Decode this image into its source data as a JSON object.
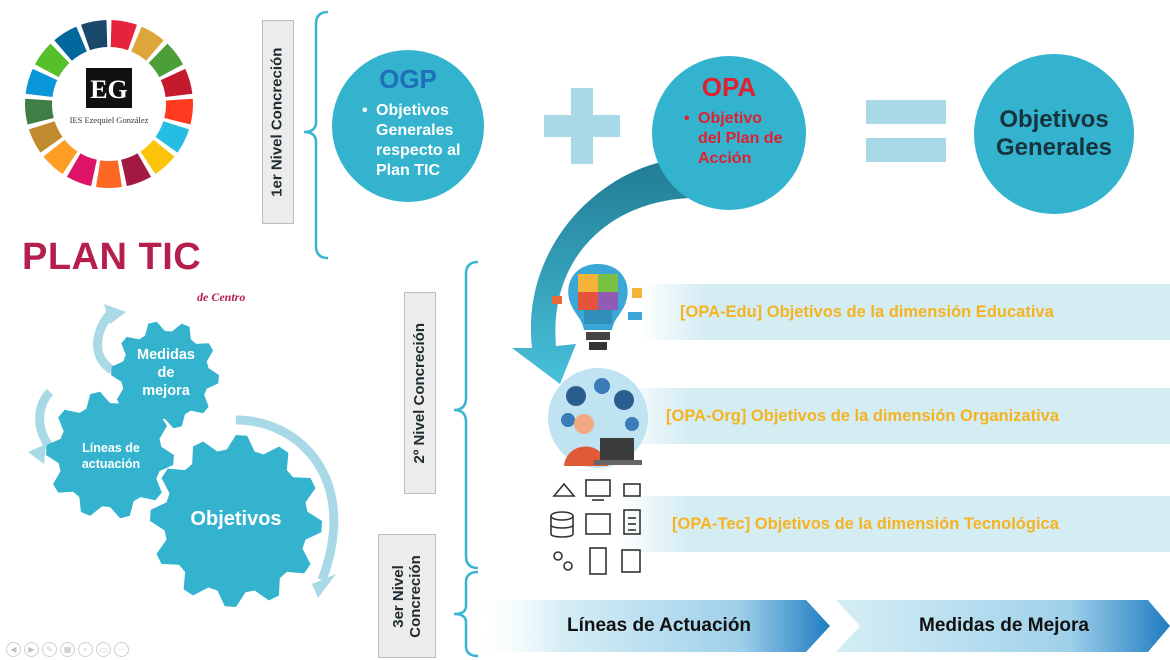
{
  "logo": {
    "school_name": "IES Ezequiel González",
    "monogram": "EG"
  },
  "brand": {
    "title": "PLAN TIC",
    "subtitle": "de Centro",
    "color": "#b51f4b"
  },
  "levels": {
    "level1": "1er Nivel Concreción",
    "level2": "2º Nivel Concreción",
    "level3_line1": "3er Nivel",
    "level3_line2": "Concreción"
  },
  "top": {
    "ogp": {
      "title": "OGP",
      "bullet": "Objetivos Generales respecto al Plan TIC"
    },
    "opa": {
      "title": "OPA",
      "bullet": "Objetivo del Plan de Acción"
    },
    "plus": "+",
    "equals": "=",
    "result": "Objetivos Generales"
  },
  "gears": {
    "small": "Medidas de mejora",
    "medium": "Líneas de actuación",
    "large": "Objetivos"
  },
  "dimensions": [
    {
      "label": "[OPA-Edu] Objetivos de la dimensión Educativa",
      "icon": "lightbulb-puzzle-icon"
    },
    {
      "label": "[OPA-Org] Objetivos de la dimensión Organizativa",
      "icon": "person-gears-icon"
    },
    {
      "label": "[OPA-Tec] Objetivos de la dimensión Tecnológica",
      "icon": "computer-devices-icon"
    }
  ],
  "level3": {
    "step1": "Líneas de Actuación",
    "step2": "Medidas de Mejora"
  },
  "colors": {
    "accent": "#34b3cf",
    "opa_red": "#e0202f",
    "band_text": "#f5b321",
    "light_blue": "#a9d9e6"
  }
}
